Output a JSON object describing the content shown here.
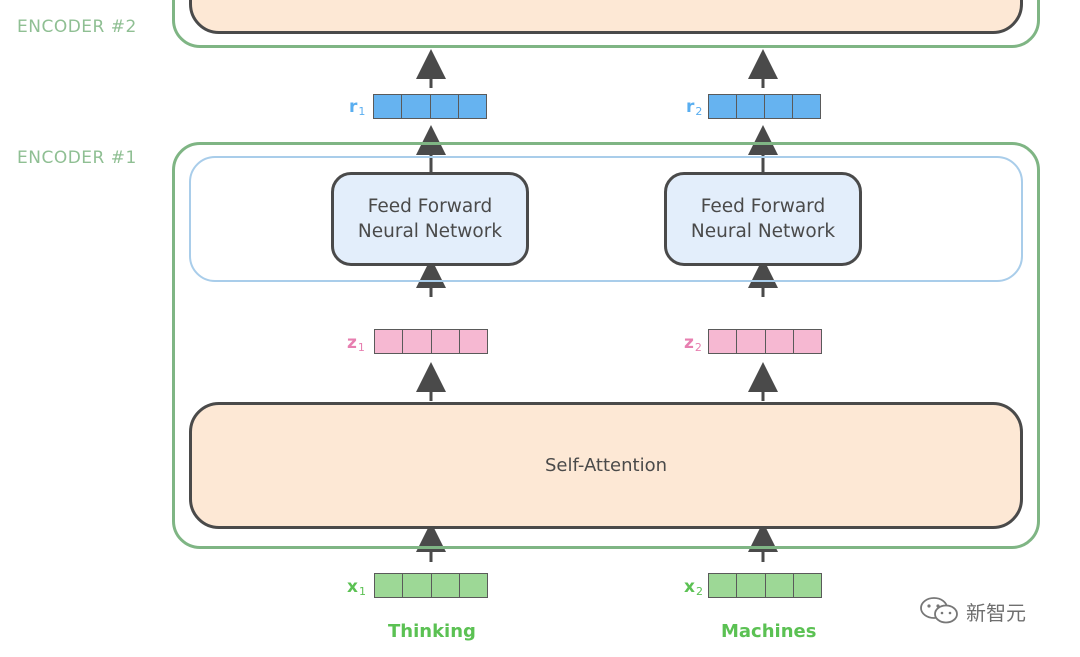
{
  "encoders": {
    "encoder2_label": "ENCODER #2",
    "encoder1_label": "ENCODER #1"
  },
  "feed_forward_label": "Feed Forward\nNeural Network",
  "self_attention_label": "Self-Attention",
  "vectors": {
    "r": [
      {
        "letter": "r",
        "index": "1"
      },
      {
        "letter": "r",
        "index": "2"
      }
    ],
    "z": [
      {
        "letter": "z",
        "index": "1"
      },
      {
        "letter": "z",
        "index": "2"
      }
    ],
    "x": [
      {
        "letter": "x",
        "index": "1"
      },
      {
        "letter": "x",
        "index": "2"
      }
    ]
  },
  "input_words": [
    "Thinking",
    "Machines"
  ],
  "watermark": "新智元",
  "colors": {
    "encoder_border": "#7fb584",
    "ff_band_border": "#a9cdea",
    "ff_fill": "#e3eefb",
    "attention_fill": "#fde8d5",
    "r_vector": "#66b3f0",
    "z_vector": "#f6b8d2",
    "x_vector": "#9dd896",
    "word_color": "#5bc153"
  }
}
